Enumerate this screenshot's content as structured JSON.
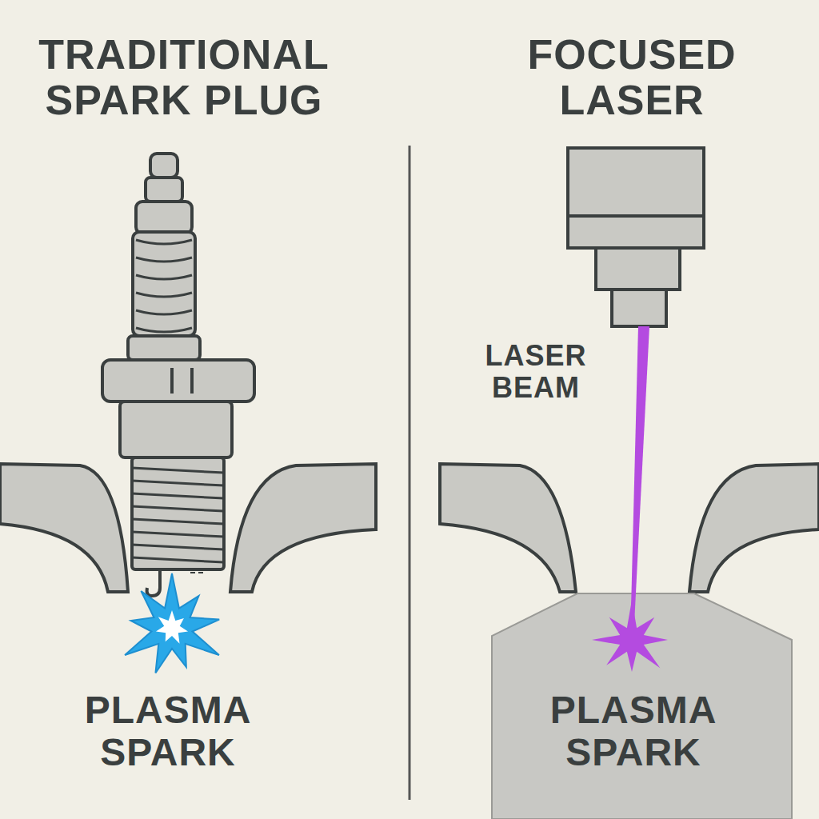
{
  "diagram": {
    "labels": [
      "TRADITIONAL SPARK PLUG",
      "FOCUSED LASER",
      "LASER BEAM",
      "PLASMA SPARK",
      "PLASMA SPARK"
    ]
  }
}
